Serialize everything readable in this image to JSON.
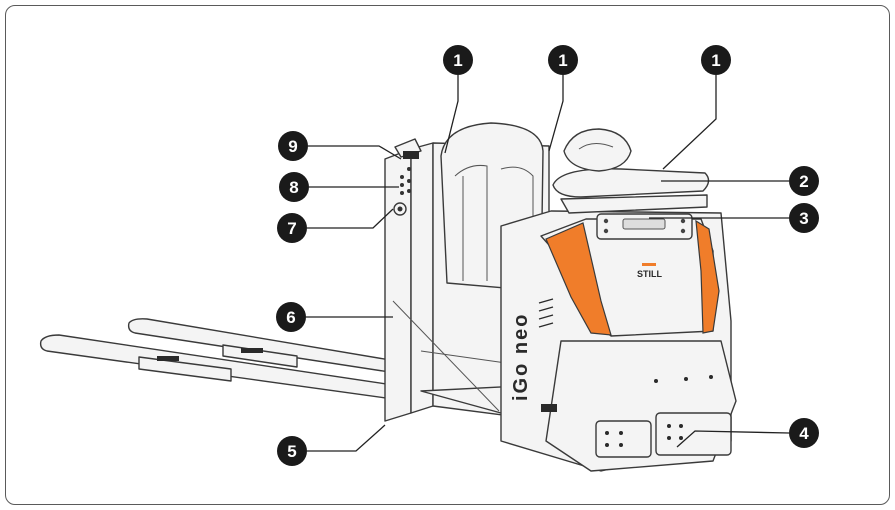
{
  "callouts": [
    {
      "id": "c1a",
      "label": "1"
    },
    {
      "id": "c1b",
      "label": "1"
    },
    {
      "id": "c1c",
      "label": "1"
    },
    {
      "id": "c2",
      "label": "2"
    },
    {
      "id": "c3",
      "label": "3"
    },
    {
      "id": "c4",
      "label": "4"
    },
    {
      "id": "c5",
      "label": "5"
    },
    {
      "id": "c6",
      "label": "6"
    },
    {
      "id": "c7",
      "label": "7"
    },
    {
      "id": "c8",
      "label": "8"
    },
    {
      "id": "c9",
      "label": "9"
    }
  ],
  "brand": {
    "logo_text": "STILL",
    "model_text": "iGo neo"
  },
  "colors": {
    "accent": "#f07d2a",
    "callout_fill": "#1a1a1a",
    "frame": "#5a5a5a"
  }
}
